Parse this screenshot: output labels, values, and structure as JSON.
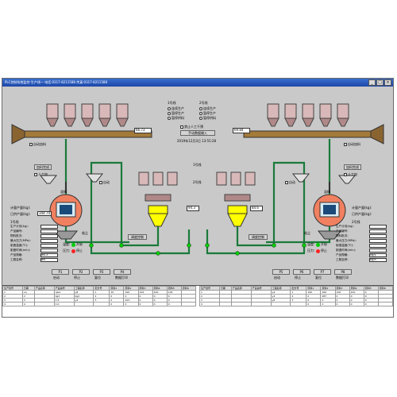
{
  "window": {
    "title": "PLC控制系统监控-生产线一  电话:0317-8211588  传真:0317-8211588",
    "buttons": [
      "_",
      "□",
      "×"
    ]
  },
  "colors": {
    "pipe": "#1a7a3a",
    "panel": "#c9c9c9",
    "hopper": "#ffff00",
    "lamp_green": "#00cc00",
    "lamp_red": "#ff2222",
    "reactor": "#f08060"
  },
  "center_controls": {
    "line1_label": "1号线",
    "line2_label": "2号线",
    "line1_options": [
      "连续生产",
      "暂停生产",
      "暂停供料"
    ],
    "line2_options": [
      "连续生产",
      "暂停生产",
      "暂停供料"
    ],
    "manual_check": "禁止人工干预",
    "manual_button": "手动数据输入",
    "datetime": "2019年12月3日 13:55:28"
  },
  "left": {
    "conveyor_value": "66.73",
    "conveyor_check": "自动加料",
    "bucket_check": "人工加",
    "bucket_btn": "加料完成",
    "mixer_title": "混料",
    "auto_check": "自动",
    "dust_btn": "吸尘",
    "measure_label": "计量产量(kg):",
    "stock_label": "已供产量(kg):",
    "stock_value": "344.74",
    "line_label": "1号线",
    "fields": [
      {
        "label": "生产计划(kg):",
        "value": ""
      },
      {
        "label": "产品编号:",
        "value": ""
      },
      {
        "label": "物料批次:",
        "value": ""
      },
      {
        "label": "最大压力(MPa):",
        "value": ""
      },
      {
        "label": "制造温度(℃):",
        "value": ""
      },
      {
        "label": "制造时间(min):",
        "value": ""
      },
      {
        "label": "产品规格:",
        "value": "ws-3"
      },
      {
        "label": "工程名称:",
        "value": "BN"
      }
    ],
    "status1_label": "温度:",
    "status1_value": "开始",
    "status2_label": "压力:",
    "status2_value": "停止"
  },
  "right": {
    "conveyor_value": "69.84",
    "conveyor_check": "自动加料",
    "bucket_check": "人工加",
    "bucket_btn": "加料完成",
    "mixer_title": "混料",
    "auto_check": "自动",
    "dust_btn": "吸尘",
    "measure_label": "计量产量(kg):",
    "stock_label": "已供产量(kg):",
    "line_label": "2号线",
    "fields": [
      {
        "label": "生产计划(kg):",
        "value": ""
      },
      {
        "label": "产品编号:",
        "value": ""
      },
      {
        "label": "物料批次:",
        "value": ""
      },
      {
        "label": "最大压力(MPa):",
        "value": ""
      },
      {
        "label": "制造温度(℃):",
        "value": ""
      },
      {
        "label": "制造时间(min):",
        "value": ""
      },
      {
        "label": "产品规格:",
        "value": "kg/y"
      },
      {
        "label": "工程名称:",
        "value": "kg/d"
      }
    ],
    "status1_label": "温度:",
    "status1_value": "开始",
    "status2_label": "压力:",
    "status2_value": "停止"
  },
  "middle": {
    "line1_label": "1号线",
    "line2_label": "2号线",
    "weigh_left_value": "94.3",
    "weigh_right_value": "84.6",
    "left_btn": "调度控制",
    "right_btn": "调度控制"
  },
  "actions_left": [
    "P1",
    "P2",
    "P3",
    "P4"
  ],
  "actions_left_labels": [
    "启动",
    "停止",
    "复位",
    "数据打印"
  ],
  "actions_right": [
    "P5",
    "P6",
    "P7",
    "P8"
  ],
  "actions_right_labels": [
    "启动",
    "停止",
    "复位",
    "数据打印"
  ],
  "table_left": {
    "headers": [
      "生产批号",
      "日期",
      "产品名称",
      "产品编号",
      "工程名称",
      "配方号",
      "原料1",
      "原料2",
      "原料3",
      "原料4",
      "原料5",
      "原料6"
    ],
    "rows": [
      [
        "1",
        "vq",
        "",
        "qw4",
        "y8",
        "1",
        "10",
        "100",
        "102",
        "100",
        "105",
        ""
      ],
      [
        "2",
        "2",
        "",
        "kg2",
        "kg2",
        "2",
        "0",
        "0",
        "0",
        "0",
        "0",
        ""
      ],
      [
        "3",
        "3",
        "",
        "1.5",
        "y4",
        "3",
        "0",
        "103",
        "0",
        "0",
        "0",
        ""
      ],
      [
        "4",
        "4",
        "",
        "1.0",
        "",
        "",
        "0",
        "0",
        "0",
        "0",
        "0",
        ""
      ]
    ]
  },
  "table_right": {
    "headers": [
      "生产批号",
      "日期",
      "产品名称",
      "产品编号",
      "工程名称",
      "配方号",
      "原料1",
      "原料2",
      "原料3",
      "原料4",
      "原料5",
      "原料6"
    ],
    "rows": [
      [
        "1",
        "",
        "",
        "",
        "y4",
        "1",
        "100",
        "200",
        "100",
        "100",
        "0",
        ""
      ],
      [
        "2",
        "",
        "",
        "",
        "y4",
        "2",
        "0",
        "287",
        "0",
        "0",
        "0",
        ""
      ],
      [
        "3",
        "",
        "",
        "",
        "y8",
        "3",
        "0",
        "0",
        "0",
        "0",
        "0",
        ""
      ],
      [
        "4",
        "",
        "",
        "",
        "",
        "",
        "0",
        "0",
        "0",
        "0",
        "0",
        ""
      ]
    ]
  }
}
